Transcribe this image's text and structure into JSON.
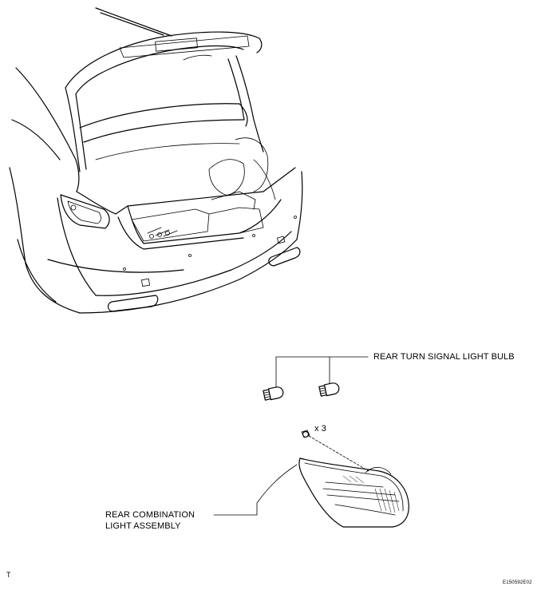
{
  "labels": {
    "bulb": "REAR TURN SIGNAL LIGHT BULB",
    "screws": "x 3",
    "assembly_line1": "REAR COMBINATION",
    "assembly_line2": "LIGHT ASSEMBLY",
    "corner_left": "T",
    "figure_code": "E150592E02"
  },
  "icons": [
    "car-rear-trunk-open-illustration",
    "bulb-icon",
    "screw-icon",
    "rear-combination-light-icon"
  ]
}
